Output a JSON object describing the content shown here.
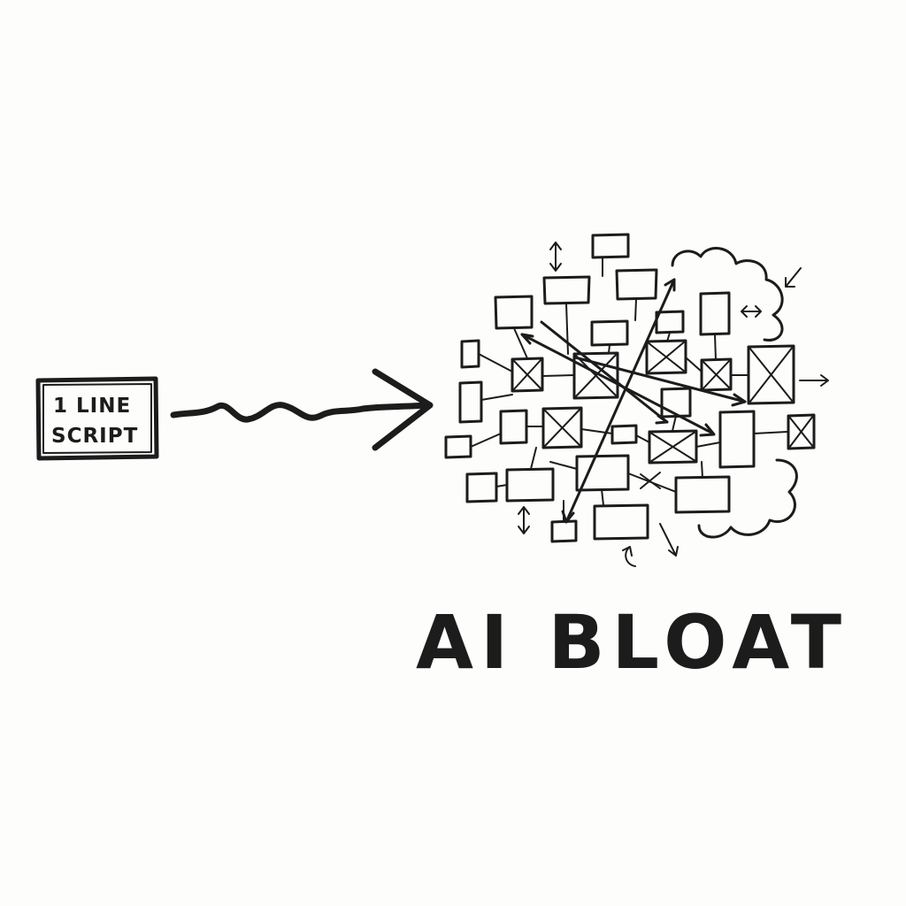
{
  "input_box": {
    "line1": "1 LINE",
    "line2": "SCRIPT"
  },
  "caption": {
    "title": "AI BLOAT"
  },
  "colors": {
    "ink": "#1c1c1c",
    "paper": "#fdfdfc"
  }
}
